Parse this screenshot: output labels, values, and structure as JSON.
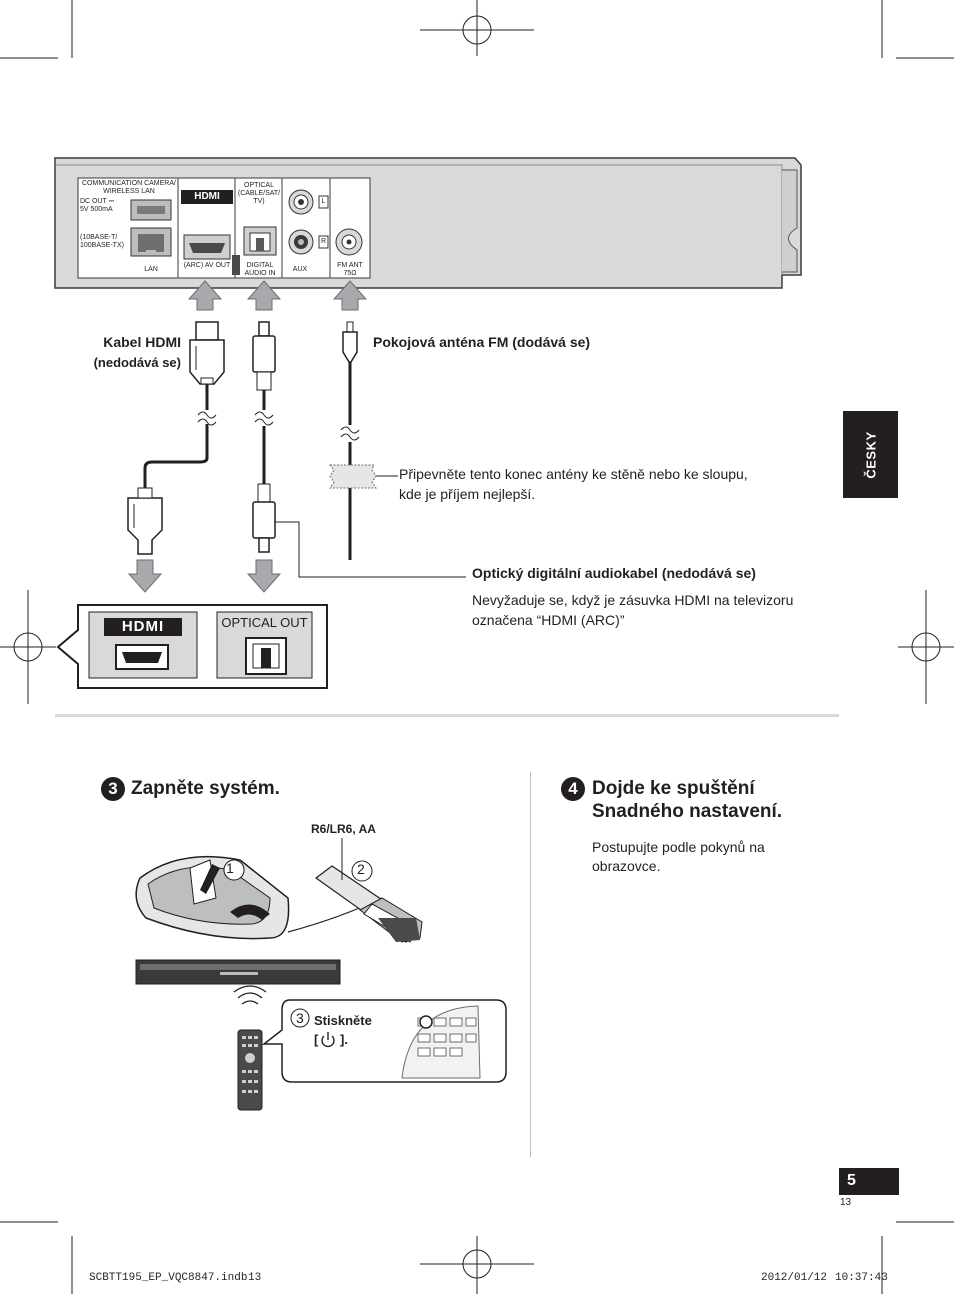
{
  "panel": {
    "comm": "COMMUNICATION CAMERA/ WIRELESS LAN",
    "dcout": "DC OUT ⎓ 5V 500mA",
    "lan_spec": "(10BASE-T/ 100BASE-TX)",
    "lan": "LAN",
    "hdmi_logo": "HDMI",
    "arc": "(ARC) AV OUT",
    "optical_head": "OPTICAL (CABLE/SAT/ TV)",
    "digital": "DIGITAL AUDIO IN",
    "aux": "AUX",
    "l": "L",
    "r": "R",
    "fm": "FM ANT 75Ω"
  },
  "labels": {
    "hdmi_cable": "Kabel HDMI",
    "hdmi_cable_note": "(nedodává se)",
    "fm_antenna": "Pokojová anténa FM (dodává se)",
    "antenna_tip": "Připevněte tento konec antény ke stěně nebo ke sloupu, kde je příjem nejlepší.",
    "optical_cable": "Optický digitální audiokabel (nedodává se)",
    "optical_note": "Nevyžaduje se, když je zásuvka HDMI na televizoru označena “HDMI (ARC)”"
  },
  "tv": {
    "hdmi_logo": "HDMI",
    "optical_out": "OPTICAL OUT"
  },
  "language_tab": "ČESKY",
  "step3": {
    "number": "3",
    "title": "Zapněte systém.",
    "battery": "R6/LR6, AA",
    "sub1": "1",
    "sub2": "2",
    "sub3": "3",
    "press": "Stiskněte",
    "press_bracket_open": "[",
    "press_bracket_close": "]."
  },
  "step4": {
    "number": "4",
    "title_line1": "Dojde ke spuštění",
    "title_line2": "Snadného nastavení.",
    "body_line1": "Postupujte podle pokynů na",
    "body_line2": "obrazovce."
  },
  "page": {
    "number": "5",
    "sub_number": "13"
  },
  "footer": {
    "file": "SCBTT195_EP_VQC8847.indb",
    "file_page": "13",
    "date": "2012/01/12",
    "time": "10:37:43"
  },
  "icons": [
    "crop-mark-icon",
    "registration-target-icon",
    "hdmi-port-icon",
    "optical-port-icon",
    "rca-jack-icon",
    "fm-antenna-jack-icon",
    "up-arrow-icon",
    "down-arrow-icon",
    "remote-control-icon",
    "power-icon",
    "signal-icon"
  ]
}
